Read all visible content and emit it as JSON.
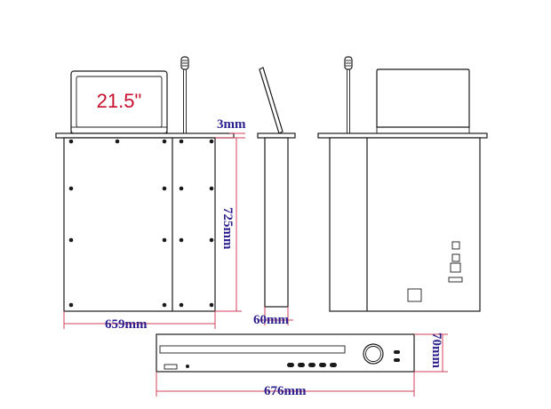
{
  "diagram": {
    "screen_size_label": "21.5\"",
    "dim_thickness": "3mm",
    "dim_height": "725mm",
    "dim_width": "659mm",
    "dim_depth": "60mm",
    "dim_host_height": "70mm",
    "dim_host_width": "676mm"
  },
  "colors": {
    "outline": "#1a1a1a",
    "dimension_line": "#d0405a",
    "dimension_text": "#2a1f8c",
    "screen_text": "#c8102e"
  }
}
